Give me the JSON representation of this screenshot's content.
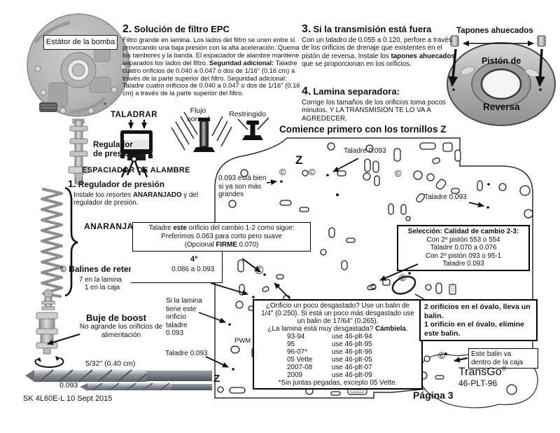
{
  "labels": {
    "estator": "Estátor de la bomba",
    "taladrar": "TALADRAR",
    "espaciador": "ESPACIADOR DE ALAMBRE",
    "flujo_1": "Flujo",
    "flujo_2": "normal",
    "restringido": "Restringido",
    "comience": "Comience primero con los tornillos Z",
    "tapones": "Tapones ahuecados",
    "piston_1": "Pistón de",
    "piston_2": "Reversa",
    "regulador_1": "Regulador",
    "regulador_2": "de presión",
    "anaranjado": "ANARANJADO",
    "balines_title": "© Balines de retención",
    "balines_sub1": "7 en la lamina",
    "balines_sub2": "1 en la caja",
    "buje_title": "Buje de boost",
    "buje_body1": "No agrande los orificios de",
    "buje_body2": "alimentación",
    "drill_big": "5/32\"  (0.40 cm)",
    "drill_small": "0.093",
    "footer": "SK 4L60E-L  10 Sept 2015",
    "pagina": "Página 3",
    "pwm": "PWM",
    "z": "Z",
    "ball_symbol": "©"
  },
  "sections": {
    "s1": {
      "num": "1.",
      "title": "Regulador de presión",
      "body_pre": "Instale los resortes ",
      "body_bold": "ANARANJADO",
      "body_post": " y del regulador de presión."
    },
    "s2": {
      "num": "2.",
      "title": "Solución de filtro EPC",
      "body_pre": "Filtro grande en lamina. Los lados del filtro se unen entre sí provocando una baja presión con la alta aceleración. Quema los tambores y la banda. El espaciador de alambre mantiene separados los lados del filtro. ",
      "body_bold": "Seguridad adicional:",
      "body_post": " Taladre cuatro orificios de 0.040 a 0.047 o dos de 1/16\" (0.16 cm) a través de la parte superior del filtro. Seguridad adicional: Taladre cuatro orificios de 0.040 a 0.047 o dos de 1/16\" (0.16 cm) a través de la parte superior del filtro."
    },
    "s3": {
      "num": "3.",
      "title": "Si la transmisión está fuera",
      "body_pre": "Con un taladro de 0.055 a 0.120, perfore a través de los orificios de drenaje que existentes en el pistón de reversa. Instale los ",
      "body_bold": "tapones ahuecados",
      "body_post": " que se proporcionan en los orificios."
    },
    "s4": {
      "num": "4.",
      "title": "Lamina separadora:",
      "body_pre": "Corrige los tamaños de los orificios toma pocos minutos. Y LA TRANSMISION TE LO VA A AGREDECER."
    }
  },
  "plate": {
    "callouts": {
      "taladre_top": "Taladre 0.093",
      "taladre_right": "Taladre 0.093",
      "taladre_bottom": "Taladre 0.093",
      "ok_note_1": "0.093 está bien",
      "ok_note_2": "si ya son más",
      "ok_note_3": "grandes",
      "deg": "4º",
      "deg_range": "0.086 a 0.093",
      "lamina_1": "Si la lamina",
      "lamina_2": "tiene este",
      "lamina_3": "orificio",
      "lamina_4": "taladre",
      "lamina_5": "0.093"
    },
    "box_cambio": {
      "l1_pre": "Taladre ",
      "l1_bold": "este",
      "l1_post": " orificio del cambio 1-2 como sigue:",
      "l2": "Preferimos 0.063 para corto pero suave",
      "l3_pre": "(Opcional ",
      "l3_bold": "FIRME",
      "l3_post": " 0.070)"
    },
    "box_seleccion": {
      "title": "Selección: Calidad de cambio 2-3:",
      "l1": "Con 2º pistón 553 o 554",
      "l2": "Taladre 0.070 a 0.076",
      "l3": "Con 2º pistón 093 o 95-1",
      "l4": "Taladre 0.093"
    },
    "box_wear": {
      "l1": "¿Orificio un poco desgastado? Use un balin de",
      "l2": "1/4\" (0.250). Si está un poco más desgastado use",
      "l3": "un balin de 17/64\" (0.265).",
      "l4_pre": "¿La lamina está muy desgastada? ",
      "l4_bold": "Cámbiela",
      "l4_post": ".",
      "rows": [
        {
          "year": "93-94",
          "part": "use 46-plt-94"
        },
        {
          "year": "95",
          "part": "use 46-plt-95"
        },
        {
          "year": "96-07*",
          "part": "use 46-plt-96"
        },
        {
          "year": "05 Vette",
          "part": "use 46-plt-05"
        },
        {
          "year": "2007-08",
          "part": "use 46-plt-07"
        },
        {
          "year": "2009",
          "part": "use 46-plt-09"
        }
      ],
      "footnote": "*Sin juntas pegadas, excepto 05 Vette."
    },
    "box_ovalo": {
      "l1": "2 orificios en el óvalo, lleva un balin.",
      "l2": "1 orificio en el óvalo, elimine este balin."
    },
    "box_balin_caja": {
      "l1": "Este balin va",
      "l2": "dentro de la caja"
    }
  },
  "brand": {
    "name": "TransGo",
    "reg": "®",
    "part": "46-PLT-96"
  }
}
